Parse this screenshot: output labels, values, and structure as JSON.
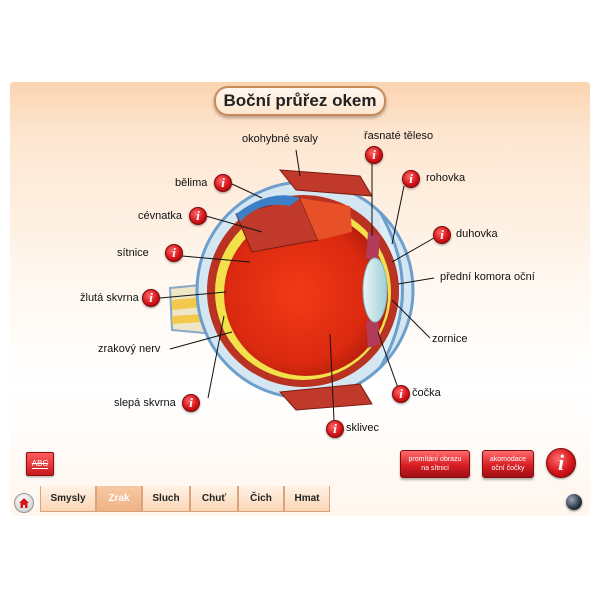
{
  "title": "Boční průřez okem",
  "labels": {
    "okohybne_svaly": "okohybné svaly",
    "belima": "bělima",
    "cevnatka": "cévnatka",
    "sitnice": "sítnice",
    "zluta_skvrna": "žlutá skvrna",
    "zrakovy_nerv": "zrakový nerv",
    "slepa_skvrna": "slepá skvrna",
    "rasnate_teleso": "řasnaté těleso",
    "rohovka": "rohovka",
    "duhovka": "duhovka",
    "predni_komora": "přední komora oční",
    "zornice": "zornice",
    "cocka": "čočka",
    "sklivec": "sklivec"
  },
  "info_glyph": "i",
  "buttons": {
    "abc": "ABC",
    "promitani_line1": "promítání obrazu",
    "promitani_line2": "na sítnici",
    "akomodace_line1": "akomodace",
    "akomodace_line2": "oční čočky"
  },
  "tabs": [
    {
      "label": "Smysly",
      "active": false
    },
    {
      "label": "Zrak",
      "active": true
    },
    {
      "label": "Sluch",
      "active": false
    },
    {
      "label": "Chuť",
      "active": false
    },
    {
      "label": "Čich",
      "active": false
    },
    {
      "label": "Hmat",
      "active": false
    }
  ],
  "colors": {
    "accent_red": "#d4141a",
    "panel_peach": "#fbd4b0",
    "sclera_blue": "#3d7fc4",
    "retina_yellow": "#f2e14a",
    "vitreous_red": "#e3260f"
  },
  "icons": {
    "home": "home-icon",
    "info": "info-icon",
    "globe": "globe-icon"
  }
}
